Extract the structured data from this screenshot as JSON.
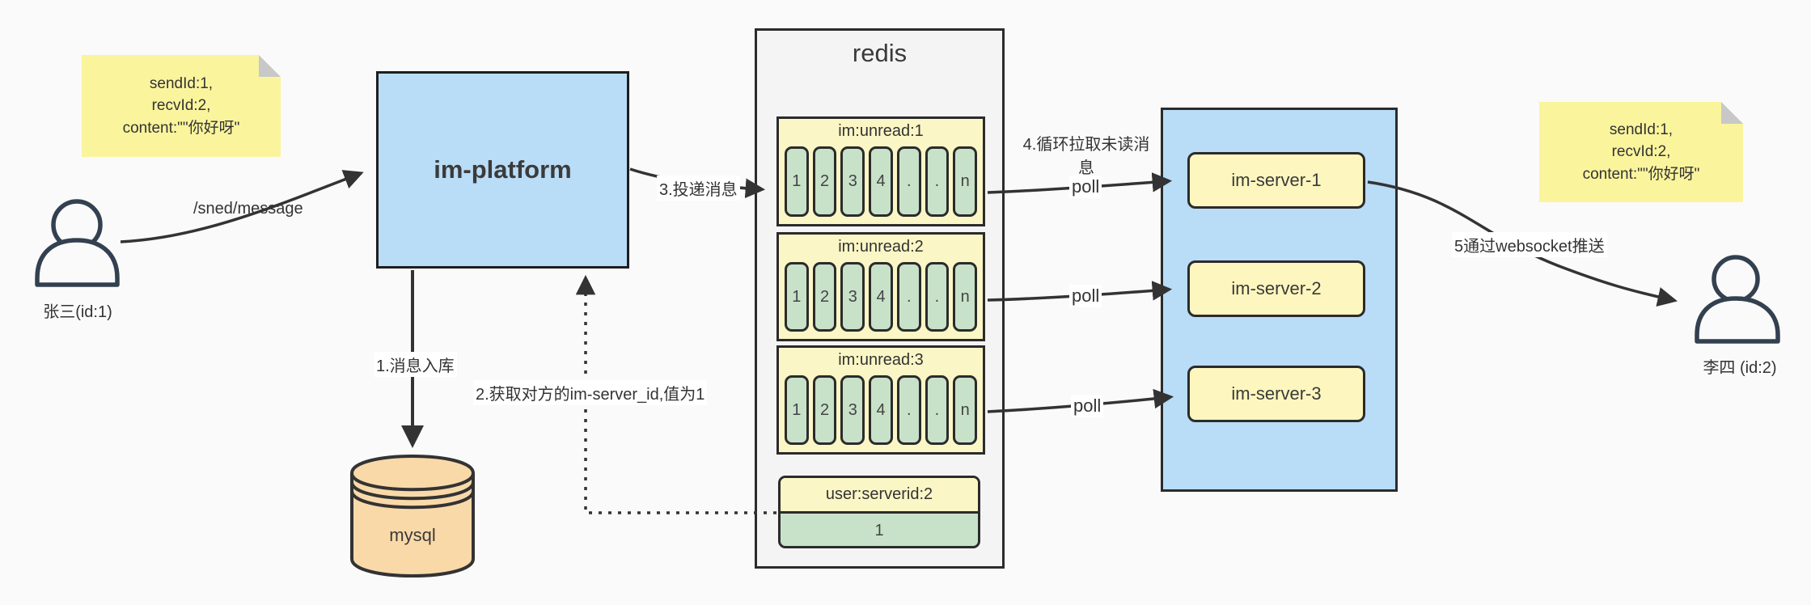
{
  "notes": {
    "left": {
      "lines": [
        "sendId:1,",
        "recvId:2,",
        "content:\"\"你好呀\""
      ]
    },
    "right": {
      "lines": [
        "sendId:1,",
        "recvId:2,",
        "content:\"\"你好呀\""
      ]
    }
  },
  "actors": {
    "sender": {
      "label": "张三(id:1)"
    },
    "receiver": {
      "label": "李四 (id:2)"
    }
  },
  "platform": {
    "label": "im-platform"
  },
  "database": {
    "label": "mysql"
  },
  "redis": {
    "title": "redis",
    "queues": [
      {
        "header": "im:unread:1",
        "cells": [
          "1",
          "2",
          "3",
          "4",
          ".",
          ".",
          "n"
        ]
      },
      {
        "header": "im:unread:2",
        "cells": [
          "1",
          "2",
          "3",
          "4",
          ".",
          ".",
          "n"
        ]
      },
      {
        "header": "im:unread:3",
        "cells": [
          "1",
          "2",
          "3",
          "4",
          ".",
          ".",
          "n"
        ]
      }
    ],
    "mapping": {
      "header": "user:serverid:2",
      "value": "1"
    }
  },
  "servers": [
    {
      "label": "im-server-1"
    },
    {
      "label": "im-server-2"
    },
    {
      "label": "im-server-3"
    }
  ],
  "edges": {
    "send": "/sned/message",
    "store": "1.消息入库",
    "get_server_id": "2.获取对方的im-server_id,值为1",
    "deliver": "3.投递消息",
    "poll_loop": "4.循环拉取未读消息",
    "poll1": "poll",
    "poll2": "poll",
    "poll3": "poll",
    "push": "5通过websocket推送"
  },
  "colors": {
    "background": "#fafafa",
    "note_yellow": "#faf49d",
    "platform_blue": "#b9dcf7",
    "queue_yellow": "#fbf6c5",
    "cell_green": "#c8e2c9",
    "server_yellow": "#fdf6be",
    "mysql_peach": "#fad9a9",
    "redis_gray": "#f4f4f4",
    "line_dark": "#333333",
    "person_navy": "#33404f"
  }
}
